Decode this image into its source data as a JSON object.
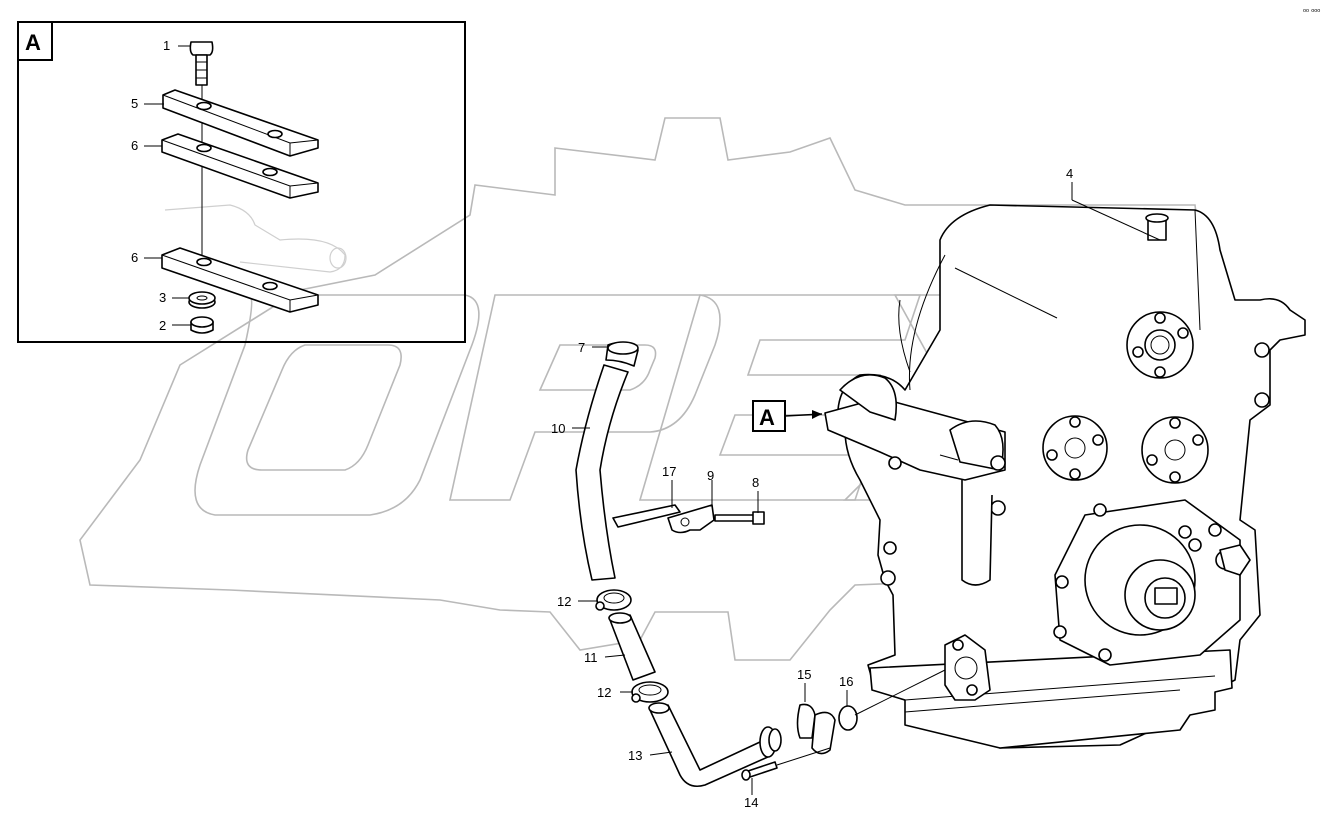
{
  "watermark": {
    "text": "OPEX"
  },
  "detail_box": {
    "label": "A"
  },
  "main_view": {
    "detail_marker": "A"
  },
  "corner_mark": "ᵒᵒ ᵒᵒᵒ",
  "callouts": {
    "c1": "1",
    "c2": "2",
    "c3": "3",
    "c4": "4",
    "c5": "5",
    "c6a": "6",
    "c6b": "6",
    "c7": "7",
    "c8": "8",
    "c9": "9",
    "c10": "10",
    "c11": "11",
    "c12a": "12",
    "c12b": "12",
    "c13": "13",
    "c14": "14",
    "c15": "15",
    "c16": "16",
    "c17": "17"
  }
}
